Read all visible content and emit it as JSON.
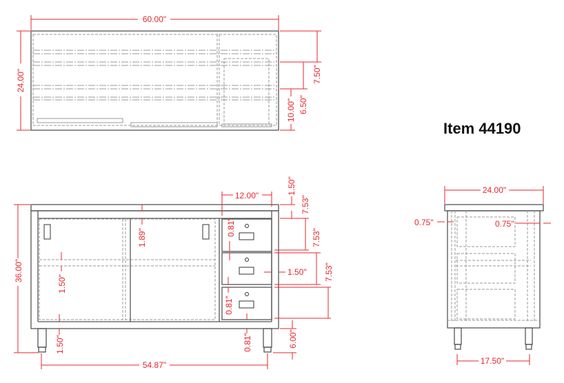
{
  "title": "Item 44190",
  "top_view": {
    "width": "60.00\"",
    "depth": "24.00\"",
    "dim_a": "7.50\"",
    "dim_b": "6.50\"",
    "dim_c": "10.00\""
  },
  "front_view": {
    "height": "36.00\"",
    "leg_span": "54.87\"",
    "drawer_width": "12.00\"",
    "top_gap": "1.50\"",
    "drawer_h1": "7.53\"",
    "drawer_h2": "7.53\"",
    "drawer_h3": "7.53\"",
    "door_top": "1.89\"",
    "shelf": "1.50\"",
    "drawer_gap1": "0.81\"",
    "drawer_gap2": "0.81\"",
    "drawer_gap3": "0.81\"",
    "side_inset": "1.50\"",
    "bottom_shelf": "1.50\"",
    "leg_height": "6.00\""
  },
  "side_view": {
    "depth": "24.00\"",
    "leg_span": "17.50\"",
    "inset_left": "0.75\"",
    "inset_right": "0.75\""
  }
}
